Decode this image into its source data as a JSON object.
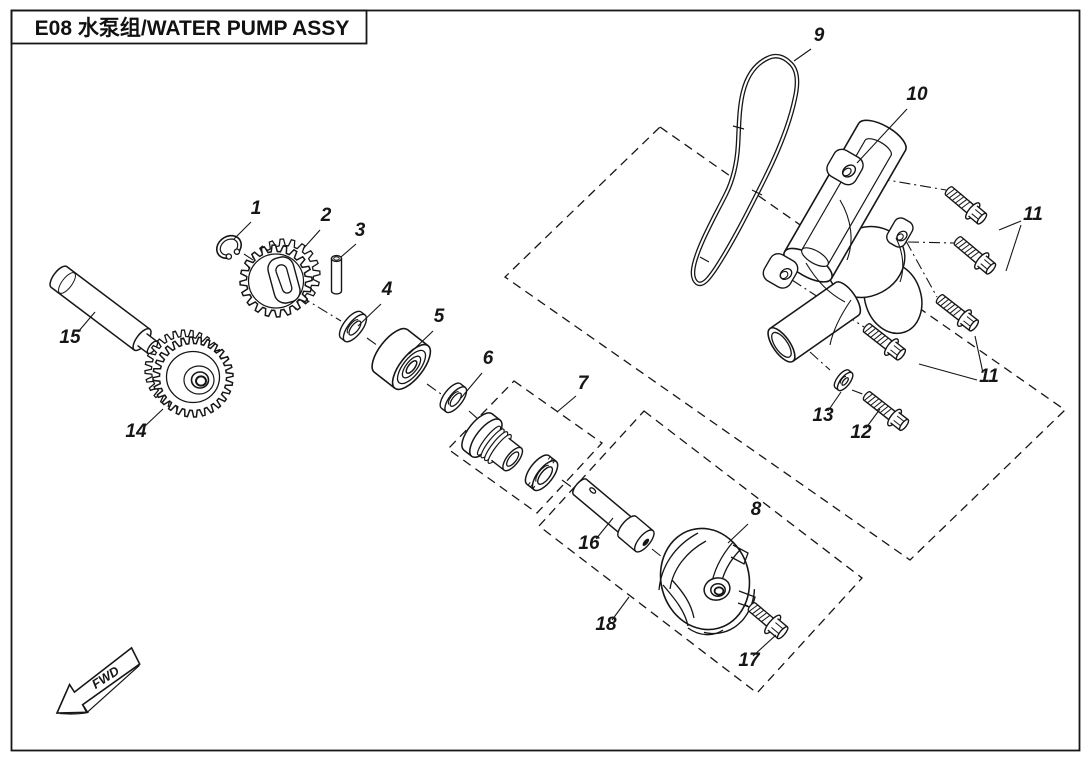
{
  "page": {
    "title": "E08 水泵组/WATER PUMP ASSY",
    "direction_indicator": "FWD"
  },
  "diagram": {
    "type": "exploded-parts-diagram",
    "assembly_code": "E08",
    "assembly_name_cn": "水泵组",
    "assembly_name_en": "WATER PUMP ASSY",
    "ink_color": "#161616",
    "background_color": "#ffffff",
    "callouts": [
      {
        "number": "1",
        "part": "circlip"
      },
      {
        "number": "2",
        "part": "pump-drive-gear"
      },
      {
        "number": "3",
        "part": "dowel-pin"
      },
      {
        "number": "4",
        "part": "washer"
      },
      {
        "number": "5",
        "part": "bearing"
      },
      {
        "number": "6",
        "part": "seal-washer"
      },
      {
        "number": "7",
        "part": "mechanical-seal-set"
      },
      {
        "number": "8",
        "part": "impeller"
      },
      {
        "number": "9",
        "part": "gasket"
      },
      {
        "number": "10",
        "part": "water-pump-cover"
      },
      {
        "number": "11",
        "part": "flange-bolts-upper-pair"
      },
      {
        "number": "11",
        "part": "flange-bolts-lower-pair"
      },
      {
        "number": "12",
        "part": "flange-bolt"
      },
      {
        "number": "13",
        "part": "small-washer"
      },
      {
        "number": "14",
        "part": "driven-gear"
      },
      {
        "number": "15",
        "part": "gear-shaft"
      },
      {
        "number": "16",
        "part": "pump-shaft"
      },
      {
        "number": "17",
        "part": "impeller-bolt"
      },
      {
        "number": "18",
        "part": "pump-shaft-impeller-set"
      }
    ]
  }
}
